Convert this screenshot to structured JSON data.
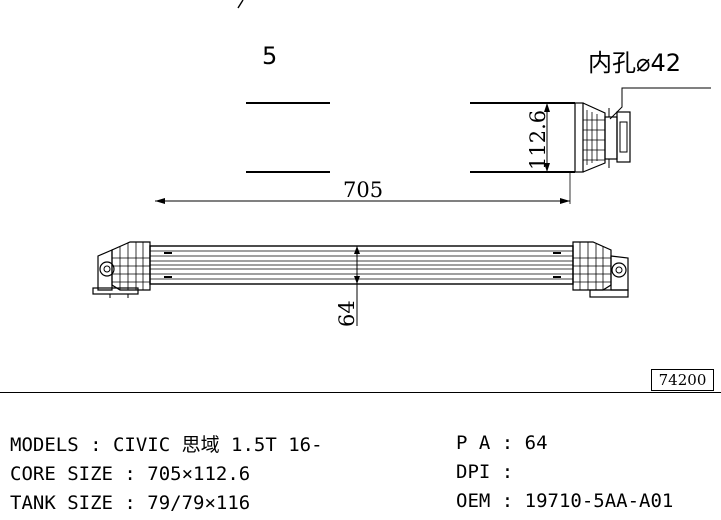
{
  "drawing": {
    "label_top_number": "5",
    "inner_hole_label": "内孔⌀42",
    "dim_height": "112.6",
    "dim_length": "705",
    "dim_core": "64",
    "part_code": "74200"
  },
  "specs": {
    "models_label": "MODELS : CIVIC 思域 1.5T 16-",
    "core_size_label": "CORE SIZE : 705×112.6",
    "tank_size_label": "TANK SIZE : 79/79×116",
    "pa_label": "P A : 64",
    "dpi_label": "DPI :",
    "oem_label": "OEM : 19710-5AA-A01"
  }
}
